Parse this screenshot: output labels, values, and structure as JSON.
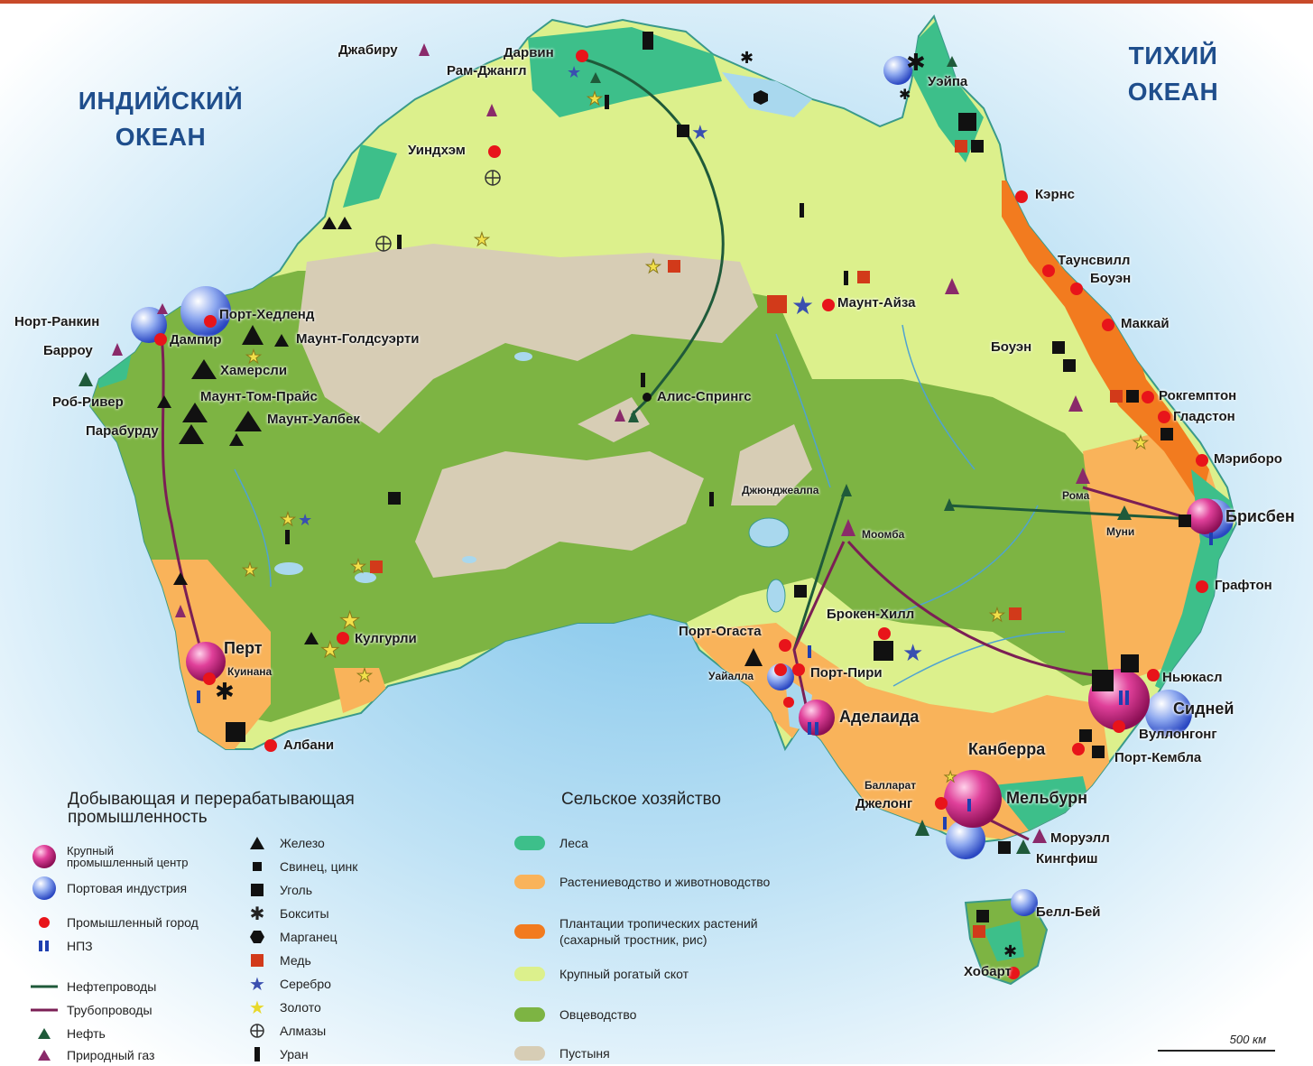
{
  "oceans": {
    "indian": [
      "ИНДИЙСКИЙ",
      "ОКЕАН"
    ],
    "pacific": [
      "ТИХИЙ",
      "ОКЕАН"
    ]
  },
  "cities": {
    "dzhabiru": "Джабиру",
    "darvin": "Дарвин",
    "ram_dzhangl": "Рам-Джангл",
    "ueipa": "Уэйпа",
    "uindhem": "Уиндхэм",
    "kerns": "Кэрнс",
    "taunsvill": "Таунсвилл",
    "bouen1": "Боуэн",
    "maunt_aiza": "Маунт-Айза",
    "makkai": "Маккай",
    "bouen2": "Боуэн",
    "rokgemptom": "Рокгемптон",
    "gladston": "Гладстон",
    "meriboro": "Мэриборо",
    "nort_rankin": "Норт-Ранкин",
    "barrou": "Барроу",
    "port_hedlend": "Порт-Хедленд",
    "dampir": "Дампир",
    "maunt_goldsuerti": "Маунт-Голдсуэрти",
    "hamersli": "Хамерсли",
    "rob_river": "Роб-Ривер",
    "maunt_tom_prais": "Маунт-Том-Прайс",
    "maunt_ualbek": "Маунт-Уалбек",
    "paraburdu": "Парабурду",
    "alis_springs": "Алис-Спрингс",
    "dzhiondzhalpa": "Джюнджеалпа",
    "roma": "Рома",
    "muni": "Муни",
    "brisben": "Брисбен",
    "moomba": "Моомба",
    "grafton": "Графтон",
    "broken_hill": "Брокен-Хилл",
    "port_ogasta": "Порт-Огаста",
    "uaiialla": "Уайалла",
    "port_piri": "Порт-Пири",
    "pert": "Перт",
    "kuinana": "Куинана",
    "kulgurli": "Кулгурли",
    "albani": "Албани",
    "adelaida": "Аделаида",
    "niukasl": "Ньюкасл",
    "sidnei": "Сидней",
    "vullongong": "Вуллонгонг",
    "kanberra": "Канберра",
    "port_kembla": "Порт-Кембла",
    "ballarat": "Балларат",
    "dzhelong": "Джелонг",
    "melburn": "Мельбурн",
    "moruell": "Моруэлл",
    "kingfish": "Кингфиш",
    "bell_bei": "Белл-Бей",
    "hobart": "Хобарт"
  },
  "legend_industry": {
    "title": [
      "Добывающая и перерабатывающая",
      "промышленность"
    ],
    "col1": [
      [
        "Крупный",
        "промышленный центр"
      ],
      [
        "Портовая индустрия"
      ],
      [
        "Промышленный город"
      ],
      [
        "НПЗ"
      ],
      [
        "Нефтепроводы"
      ],
      [
        "Трубопроводы"
      ],
      [
        "Нефть"
      ],
      [
        "Природный газ"
      ]
    ],
    "col2": [
      "Железо",
      "Свинец, цинк",
      "Уголь",
      "Бокситы",
      "Марганец",
      "Медь",
      "Серебро",
      "Золото",
      "Алмазы",
      "Уран"
    ]
  },
  "legend_agri": {
    "title": "Сельское хозяйство",
    "items": [
      {
        "label": [
          "Леса"
        ],
        "color": "#3dbf8a"
      },
      {
        "label": [
          "Растениеводство и животноводство"
        ],
        "color": "#f9b35a"
      },
      {
        "label": [
          "Плантации тропических растений",
          "(сахарный тростник, рис)"
        ],
        "color": "#f27b1f"
      },
      {
        "label": [
          "Крупный рогатый скот"
        ],
        "color": "#dcf08c"
      },
      {
        "label": [
          "Овцеводство"
        ],
        "color": "#7db443"
      },
      {
        "label": [
          "Пустыня"
        ],
        "color": "#d7cdb5"
      }
    ]
  },
  "scale": "500 км",
  "colors": {
    "forest": "#3dbf8a",
    "crops": "#f9b35a",
    "plantation": "#f27b1f",
    "cattle": "#dcf08c",
    "sheep": "#7db443",
    "desert": "#d7cdb5",
    "water": "#a9d8ee",
    "oil_pipeline": "#1f5a3a",
    "gas_pipeline": "#7b1f55",
    "city_dot": "#e8141a",
    "industrial_center": "#d1338a",
    "port": "#3d63d6"
  }
}
